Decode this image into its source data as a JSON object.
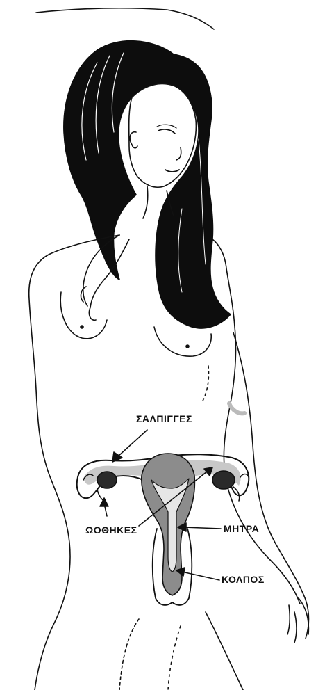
{
  "labels": {
    "fallopian_tubes": "ΣΑΛΠΙΓΓΕΣ",
    "ovaries": "ΩΟΘΗΚΕΣ",
    "uterus": "ΜΗΤΡΑ",
    "vagina": "ΚΟΛΠΟΣ"
  },
  "colors": {
    "line": "#111111",
    "organ_fill": "#8c8c8c",
    "organ_light": "#c8c8c8",
    "hair": "#0d0d0d",
    "skin": "#ffffff"
  }
}
